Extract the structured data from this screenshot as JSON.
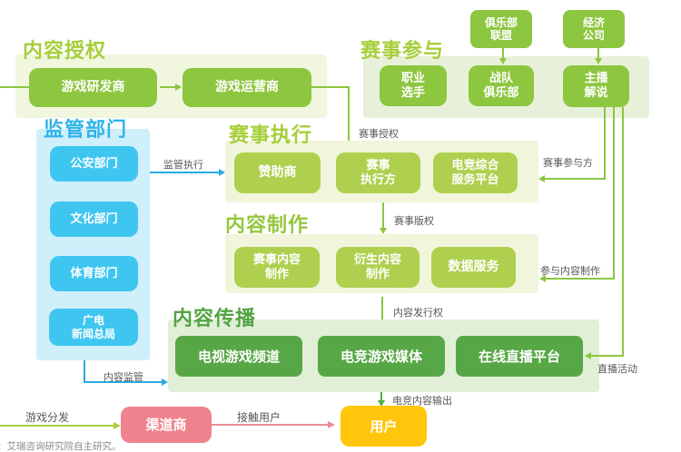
{
  "sections": {
    "content_auth": {
      "title": "内容授权",
      "boxes": [
        "游戏研发商",
        "游戏运营商"
      ]
    },
    "event_participation": {
      "title": "赛事参与",
      "top_boxes": [
        "俱乐部\n联盟",
        "经济\n公司"
      ],
      "boxes": [
        "职业\n选手",
        "战队\n俱乐部",
        "主播\n解说"
      ]
    },
    "regulators": {
      "title": "监管部门",
      "boxes": [
        "公安部门",
        "文化部门",
        "体育部门",
        "广电\n新闻总局"
      ]
    },
    "event_execution": {
      "title": "赛事执行",
      "boxes": [
        "赞助商",
        "赛事\n执行方",
        "电竞综合\n服务平台"
      ]
    },
    "content_production": {
      "title": "内容制作",
      "boxes": [
        "赛事内容\n制作",
        "衍生内容\n制作",
        "数据服务"
      ]
    },
    "content_distribution": {
      "title": "内容传播",
      "boxes": [
        "电视游戏频道",
        "电竞游戏媒体",
        "在线直播平台"
      ]
    }
  },
  "nodes": {
    "channel": "渠道商",
    "user": "用户"
  },
  "edges": {
    "supervise_exec": "监管执行",
    "content_supervise": "内容监管",
    "event_auth": "赛事授权",
    "event_copyright": "赛事版权",
    "content_publish": "内容发行权",
    "esports_output": "电竞内容输出",
    "event_participant": "赛事参与方",
    "join_production": "参与内容制作",
    "live_activity": "直播活动",
    "game_distribution": "游戏分发",
    "reach_users": "接触用户"
  },
  "source_note": "：艾瑞咨询研究院自主研究。",
  "colors": {
    "green_box": "#8dc63f",
    "yellow_green_box": "#aed04e",
    "dark_green_box": "#57a746",
    "cyan_box": "#3fc6f0",
    "blue_title": "#2fb4e9",
    "yellow_green_title": "#a6ce39",
    "dark_green_title": "#54a445",
    "pink_node": "#ef838d",
    "yellow_node": "#ffc60b",
    "blue_arrow": "#29aae1",
    "pink_arrow": "#ee8a94",
    "green_arrow": "#8cc63f"
  }
}
